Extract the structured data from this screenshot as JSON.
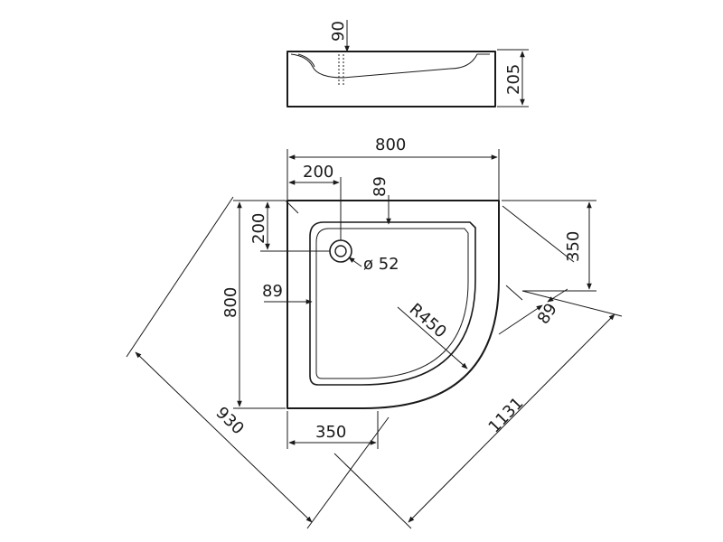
{
  "colors": {
    "line": "#1a1a1a",
    "background": "#ffffff"
  },
  "side_view": {
    "depth_label": "90",
    "height_label": "205"
  },
  "top_view": {
    "width_label": "800",
    "waste_offset_x_label": "200",
    "waste_offset_y_label": "200",
    "rim_top_label": "89",
    "rim_left_label": "89",
    "waste_diameter_label": "ø 52",
    "height_label": "800",
    "straight_side_label": "350",
    "bottom_straight_label": "350",
    "radius_label": "R450",
    "rim_diag_label": "89",
    "diagonal_930_label": "930",
    "diagonal_1131_label": "1131"
  }
}
